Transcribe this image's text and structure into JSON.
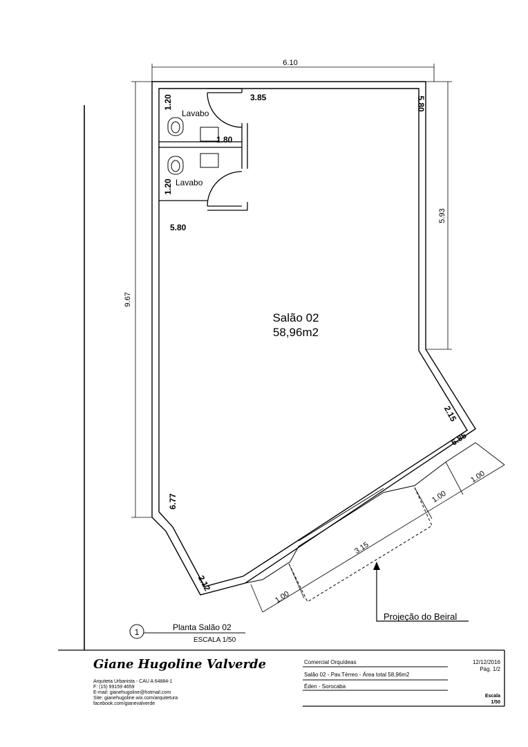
{
  "plan": {
    "room_name": "Salão 02",
    "room_area": "58,96m2",
    "dims": {
      "top_total": "6.10",
      "left_total": "9.67",
      "right_upper": "5.93",
      "lav_top_left": "1.20",
      "lav_wall_top": "3.85",
      "lav_mid": "1.80",
      "lav_bottom_left": "1.20",
      "right_inner": "5.80",
      "inner_left_top": "5.80",
      "left_lower": "6.77",
      "right_lower": "2.15",
      "diag_right": "6.85",
      "bottom_small": "2.12",
      "beiral_right": "1.00",
      "beiral_mid": "1.00",
      "beiral_center": "3.15",
      "beiral_left": "1.00"
    },
    "lavabo_1": "Lavabo",
    "lavabo_2": "Lavabo",
    "beiral_label": "Projeção do Beiral",
    "view_number": "1",
    "view_title": "Planta Salão 02",
    "view_scale": "ESCALA 1/50"
  },
  "title_block": {
    "architect_name": "Giane Hugoline Valverde",
    "lines": [
      "Arquiteta Urbanista - CAU A 64884-1",
      "F: (15) 99159 4659",
      "E-mail: gianehugoline@hotmail.com",
      "Site: gianehugoline.wix.com/arquitetura",
      "facebook.com/gianevalverde"
    ],
    "project": "Comercial Orquídeas",
    "description": "Salão 02 - Pav.Térreo - Área total 58,96m2",
    "location": "Éden - Sorocaba",
    "date": "12/12/2016",
    "page": "Pág. 1/2",
    "scale_label": "Escala",
    "scale_value": "1/50"
  }
}
